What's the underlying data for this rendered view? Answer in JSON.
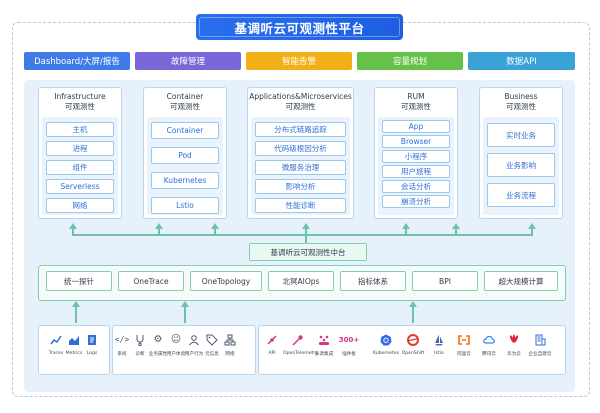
{
  "title": "基调听云可观测性平台",
  "categories": [
    {
      "label": "Dashboard/大屏/报告",
      "color": "#3f7be8"
    },
    {
      "label": "故障管理",
      "color": "#7a66d6"
    },
    {
      "label": "智能告警",
      "color": "#f2b017"
    },
    {
      "label": "容量规划",
      "color": "#65c14a"
    },
    {
      "label": "数据API",
      "color": "#3ba2d8"
    }
  ],
  "columns": [
    {
      "title": "Infrastructure",
      "subtitle": "可观测性",
      "items": [
        "主机",
        "进程",
        "组件",
        "Serverless",
        "网络"
      ]
    },
    {
      "title": "Container",
      "subtitle": "可观测性",
      "items": [
        "Container",
        "Pod",
        "Kubernetes",
        "Lstio"
      ]
    },
    {
      "title": "Applications&Microservices",
      "subtitle": "可观测性",
      "items": [
        "分布式链路追踪",
        "代码级根因分析",
        "微服务治理",
        "影响分析",
        "性能诊断"
      ]
    },
    {
      "title": "RUM",
      "subtitle": "可观测性",
      "items": [
        "App",
        "Browser",
        "小程序",
        "用户旅程",
        "会话分析",
        "崩溃分析"
      ]
    },
    {
      "title": "Business",
      "subtitle": "可观测性",
      "items": [
        "实时业务",
        "业务影响",
        "业务流程"
      ]
    }
  ],
  "platform": {
    "label": "基调听云可观测性中台",
    "items": [
      "统一探针",
      "OneTrace",
      "OneTopology",
      "北冥AIOps",
      "指标体系",
      "BPI",
      "超大规模计算"
    ]
  },
  "sources": {
    "group1": [
      {
        "label": "Traces",
        "icon": "traces-icon",
        "color": "#2f6fd6"
      },
      {
        "label": "Metrics",
        "icon": "metrics-icon",
        "color": "#2f6fd6"
      },
      {
        "label": "Logs",
        "icon": "logs-icon",
        "color": "#2f6fd6"
      }
    ],
    "group2": [
      {
        "label": "系统",
        "icon": "code-icon",
        "color": "#4a5a70"
      },
      {
        "label": "诊断",
        "icon": "stethoscope-icon",
        "color": "#4a5a70"
      },
      {
        "label": "业务属性",
        "icon": "gear-icon",
        "color": "#4a5a70"
      },
      {
        "label": "用户体验",
        "icon": "smile-icon",
        "color": "#4a5a70"
      },
      {
        "label": "用户行为",
        "icon": "user-icon",
        "color": "#4a5a70"
      },
      {
        "label": "元信息",
        "icon": "tag-icon",
        "color": "#4a5a70"
      },
      {
        "label": "网络",
        "icon": "network-icon",
        "color": "#4a5a70"
      }
    ],
    "group3": [
      {
        "label": "API",
        "icon": "api-icon",
        "color": "#d23b8d"
      },
      {
        "label": "OpenTelemetry",
        "icon": "opentelemetry-icon",
        "color": "#d23b8d"
      },
      {
        "label": "多源集成",
        "icon": "multi-source-icon",
        "color": "#d23b8d"
      },
      {
        "label": "插件板",
        "icon": "plugin-count-icon",
        "color": "#d23b8d",
        "value": "300+"
      },
      {
        "label": "Kubernetes",
        "icon": "kubernetes-icon",
        "color": "#326ce5"
      },
      {
        "label": "OpenShift",
        "icon": "openshift-icon",
        "color": "#e03b2e"
      },
      {
        "label": "Istio",
        "icon": "istio-icon",
        "color": "#466bb0"
      },
      {
        "label": "阿里云",
        "icon": "aliyun-icon",
        "color": "#ff6a00"
      },
      {
        "label": "腾讯云",
        "icon": "tencent-cloud-icon",
        "color": "#2d8cf0"
      },
      {
        "label": "华为云",
        "icon": "huawei-cloud-icon",
        "color": "#e0262f"
      },
      {
        "label": "企业自建云",
        "icon": "private-cloud-icon",
        "color": "#2f6fd6"
      }
    ]
  }
}
